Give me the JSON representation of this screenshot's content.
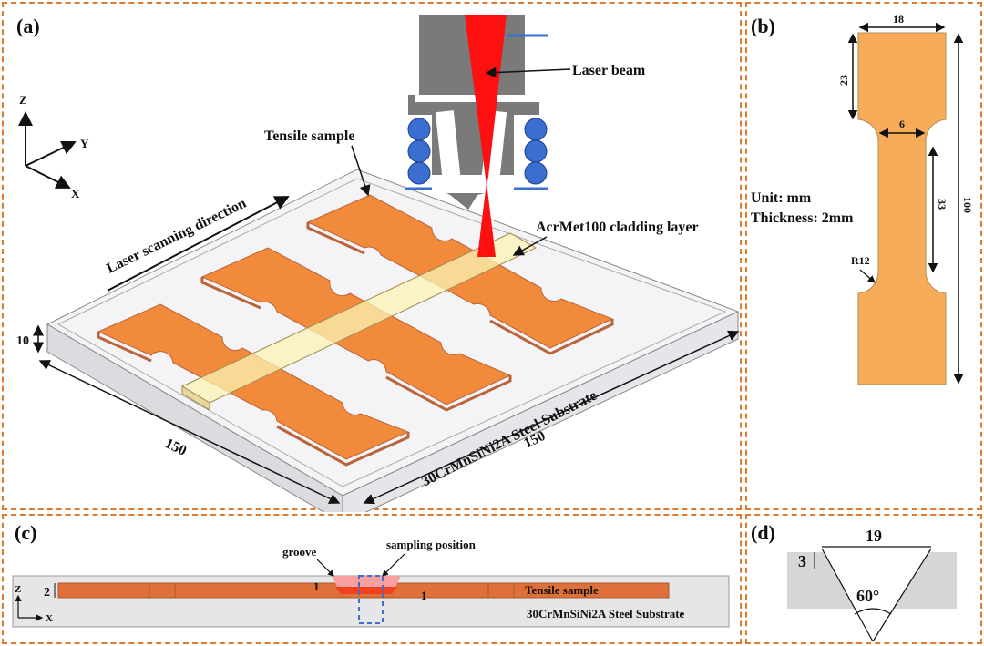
{
  "panels": {
    "a": {
      "label": "(a)",
      "axes": {
        "z": "Z",
        "y": "Y",
        "x": "X"
      },
      "laser_beam_label": "Laser beam",
      "tensile_sample_label": "Tensile sample",
      "scan_direction_label": "Laser scanning direction",
      "cladding_label": "AcrMet100 cladding layer",
      "substrate_label": "30CrMnSiNi2A Steel Substrate",
      "dim_thickness": "10",
      "dim_length_x": "150",
      "dim_length_y": "150"
    },
    "b": {
      "label": "(b)",
      "dim_width_grip": "18",
      "dim_grip_length": "23",
      "dim_gauge_width": "6",
      "dim_gauge_length": "33",
      "dim_total_length": "100",
      "dim_radius": "R12",
      "unit_label": "Unit: mm",
      "thickness_label": "Thickness: 2mm"
    },
    "c": {
      "label": "(c)",
      "groove_label": "groove",
      "sampling_label": "sampling position",
      "tensile_label": "Tensile sample",
      "substrate_label": "30CrMnSiNi2A Steel Substrate",
      "dim_sample": "2",
      "dim_left": "1",
      "dim_right": "1",
      "axes": {
        "z": "Z",
        "x": "X"
      }
    },
    "d": {
      "label": "(d)",
      "dim_top_width": "19",
      "dim_depth": "3",
      "angle": "60°"
    }
  },
  "colors": {
    "border": "#e07a2e",
    "sample": "#f28a3c",
    "sample_side": "#b9643a",
    "cladding": "#fbf3b4",
    "substrate": "#e4e4e8",
    "laser": "#ff1010",
    "nozzle": "#7a7a7a",
    "powder": "#3a6fd1",
    "specimen_b": "#f7ac5a"
  }
}
